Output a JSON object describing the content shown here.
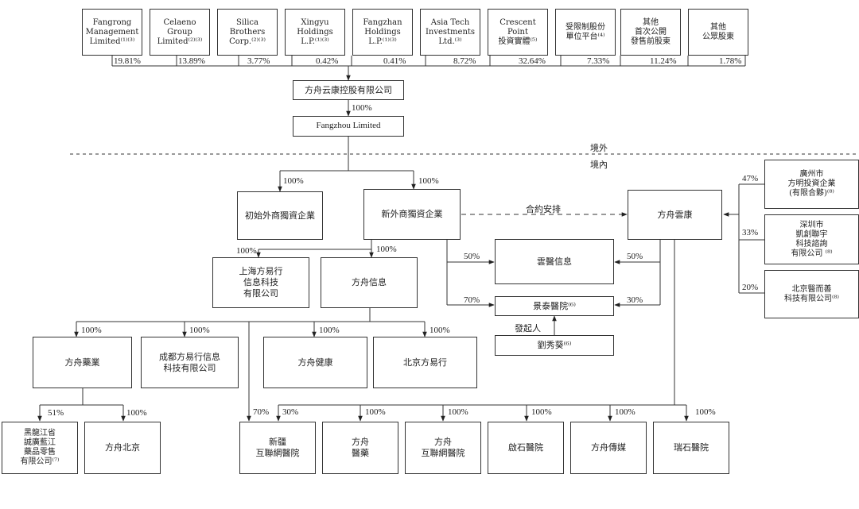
{
  "shareholders": [
    {
      "name": "Fangrong\nManagement\nLimited⁽¹⁾⁽³⁾",
      "pct": "19.81%"
    },
    {
      "name": "Celaeno\nGroup\nLimited⁽²⁾⁽³⁾",
      "pct": "13.89%"
    },
    {
      "name": "Silica\nBrothers\nCorp.⁽²⁾⁽³⁾",
      "pct": "3.77%"
    },
    {
      "name": "Xingyu\nHoldings\nL.P.⁽¹⁾⁽³⁾",
      "pct": "0.42%"
    },
    {
      "name": "Fangzhan\nHoldings\nL.P.⁽¹⁾⁽³⁾",
      "pct": "0.41%"
    },
    {
      "name": "Asia Tech\nInvestments\nLtd.⁽³⁾",
      "pct": "8.72%"
    },
    {
      "name": "Crescent\nPoint\n投資實體⁽⁵⁾",
      "pct": "32.64%"
    },
    {
      "name": "受限制股份\n單位平台⁽⁴⁾",
      "pct": "7.33%"
    },
    {
      "name": "其他\n首次公開\n發售前股東",
      "pct": "11.24%"
    },
    {
      "name": "其他\n公眾股東",
      "pct": "1.78%"
    }
  ],
  "entities": {
    "holdco": "方舟云康控股有限公司",
    "holdco_pct": "100%",
    "fangzhou_limited": "Fangzhou Limited",
    "offshore_label": "境外",
    "onshore_label": "境內",
    "wfoe1": "初始外商獨資企業",
    "wfoe1_pct": "100%",
    "wfoe2": "新外商獨資企業",
    "wfoe2_pct": "100%",
    "contract_label": "合約安排",
    "yunkang": "方舟雲康",
    "sh_gz": "廣州市\n方明投資企業\n(有限合夥)⁽⁸⁾",
    "sh_gz_pct": "47%",
    "sh_sz": "深圳市\n凱創聯宇\n科技諮詢\n有限公司 ⁽⁸⁾",
    "sh_sz_pct": "33%",
    "sh_bj": "北京醫而善\n科技有限公司⁽⁸⁾",
    "sh_bj_pct": "20%",
    "shanghai": "上海方易行\n信息科技\n有限公司",
    "shanghai_pct": "100%",
    "xinxi": "方舟信息",
    "xinxi_pct": "100%",
    "yunyi": "雲醫信息",
    "yunyi_pct_left": "50%",
    "yunyi_pct_right": "50%",
    "jingtai": "景泰醫院⁽⁶⁾",
    "jingtai_pct_left": "70%",
    "jingtai_pct_right": "30%",
    "sponsor_label": "發起人",
    "liu": "劉秀葵⁽⁶⁾",
    "yaoye": "方舟藥業",
    "yaoye_pct": "100%",
    "chengdu": "成都方易行信息\n科技有限公司",
    "chengdu_pct": "100%",
    "jiankang": "方舟健康",
    "jiankang_pct": "100%",
    "beijing_fyx": "北京方易行",
    "beijing_fyx_pct": "100%",
    "heilongjiang": "黑龍江省\n誠廣藍江\n藥品零售\n有限公司⁽⁷⁾",
    "heilongjiang_pct": "51%",
    "fz_beijing": "方舟北京",
    "fz_beijing_pct": "100%",
    "xinjiang": "新疆\n互聯網醫院",
    "xinjiang_pct_a": "70%",
    "xinjiang_pct_b": "30%",
    "fz_yiyao": "方舟\n醫藥",
    "fz_yiyao_pct": "100%",
    "fz_hospital": "方舟\n互聯網醫院",
    "fz_hospital_pct": "100%",
    "qishi": "啟石醫院",
    "qishi_pct": "100%",
    "fz_media": "方舟傳媒",
    "fz_media_pct": "100%",
    "ruishi": "瑞石醫院",
    "ruishi_pct": "100%"
  }
}
